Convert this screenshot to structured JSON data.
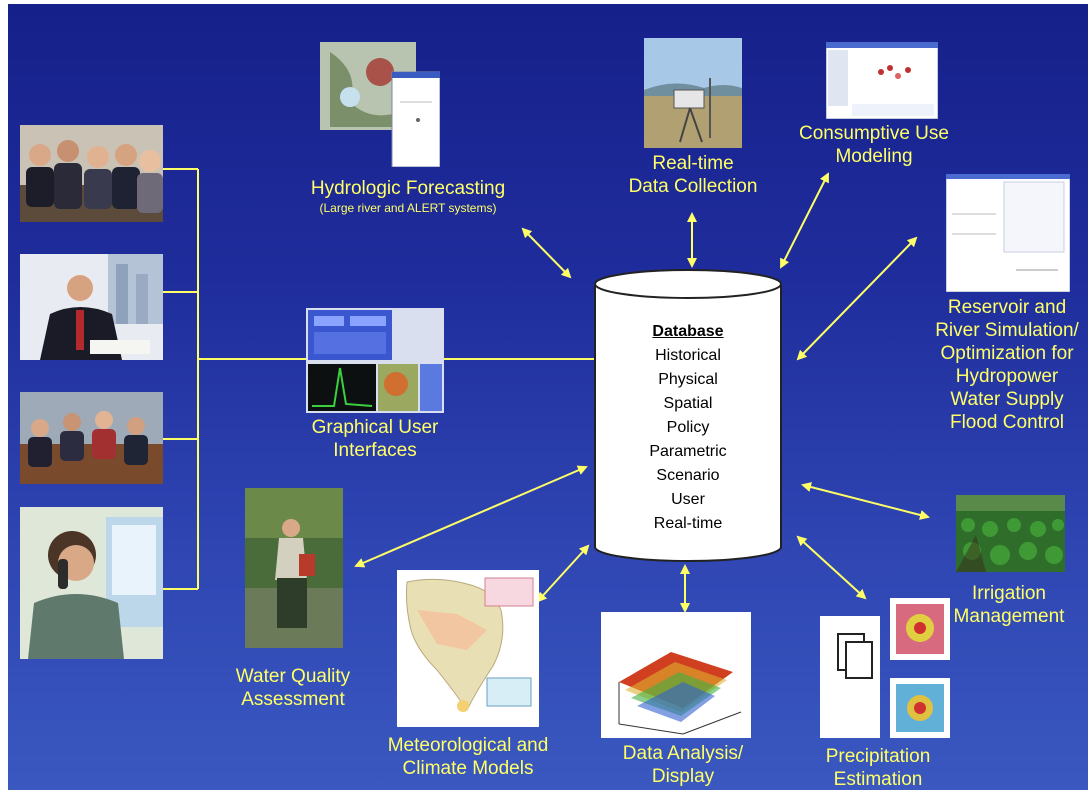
{
  "labels": {
    "hydrologic": {
      "title": "Hydrologic Forecasting",
      "subtitle": "(Large river and ALERT systems)"
    },
    "realtime": {
      "line1": "Real-time",
      "line2": "Data Collection"
    },
    "consumptive": {
      "line1": "Consumptive Use",
      "line2": "Modeling"
    },
    "reservoir": [
      "Reservoir and",
      "River Simulation/",
      "Optimization for",
      "Hydropower",
      "Water Supply",
      "Flood Control"
    ],
    "gui": {
      "line1": "Graphical User",
      "line2": "Interfaces"
    },
    "irrigation": {
      "line1": "Irrigation",
      "line2": "Management"
    },
    "water_quality": {
      "line1": "Water Quality",
      "line2": "Assessment"
    },
    "meteorological": {
      "line1": "Meteorological and",
      "line2": "Climate Models"
    },
    "data_analysis": {
      "line1": "Data Analysis/",
      "line2": "Display"
    },
    "precipitation": {
      "line1": "Precipitation",
      "line2": "Estimation"
    }
  },
  "database": {
    "heading": "Database",
    "items": [
      "Historical",
      "Physical",
      "Spatial",
      "Policy",
      "Parametric",
      "Scenario",
      "User",
      "Real-time"
    ]
  },
  "colors": {
    "background": "#1f2d9c",
    "label": "#ffff66",
    "connector": "#ffff66",
    "database_fill": "#ffffff"
  },
  "icons": [
    "meeting-photo",
    "businessman-photo",
    "conference-photo",
    "phone-user-photo",
    "forecast-screenshot",
    "weather-station-photo",
    "consumptive-screenshot",
    "reservoir-screenshot",
    "gui-screenshot",
    "water-sampling-photo",
    "climate-map",
    "surface-plot",
    "precipitation-maps",
    "crop-field-photo"
  ]
}
